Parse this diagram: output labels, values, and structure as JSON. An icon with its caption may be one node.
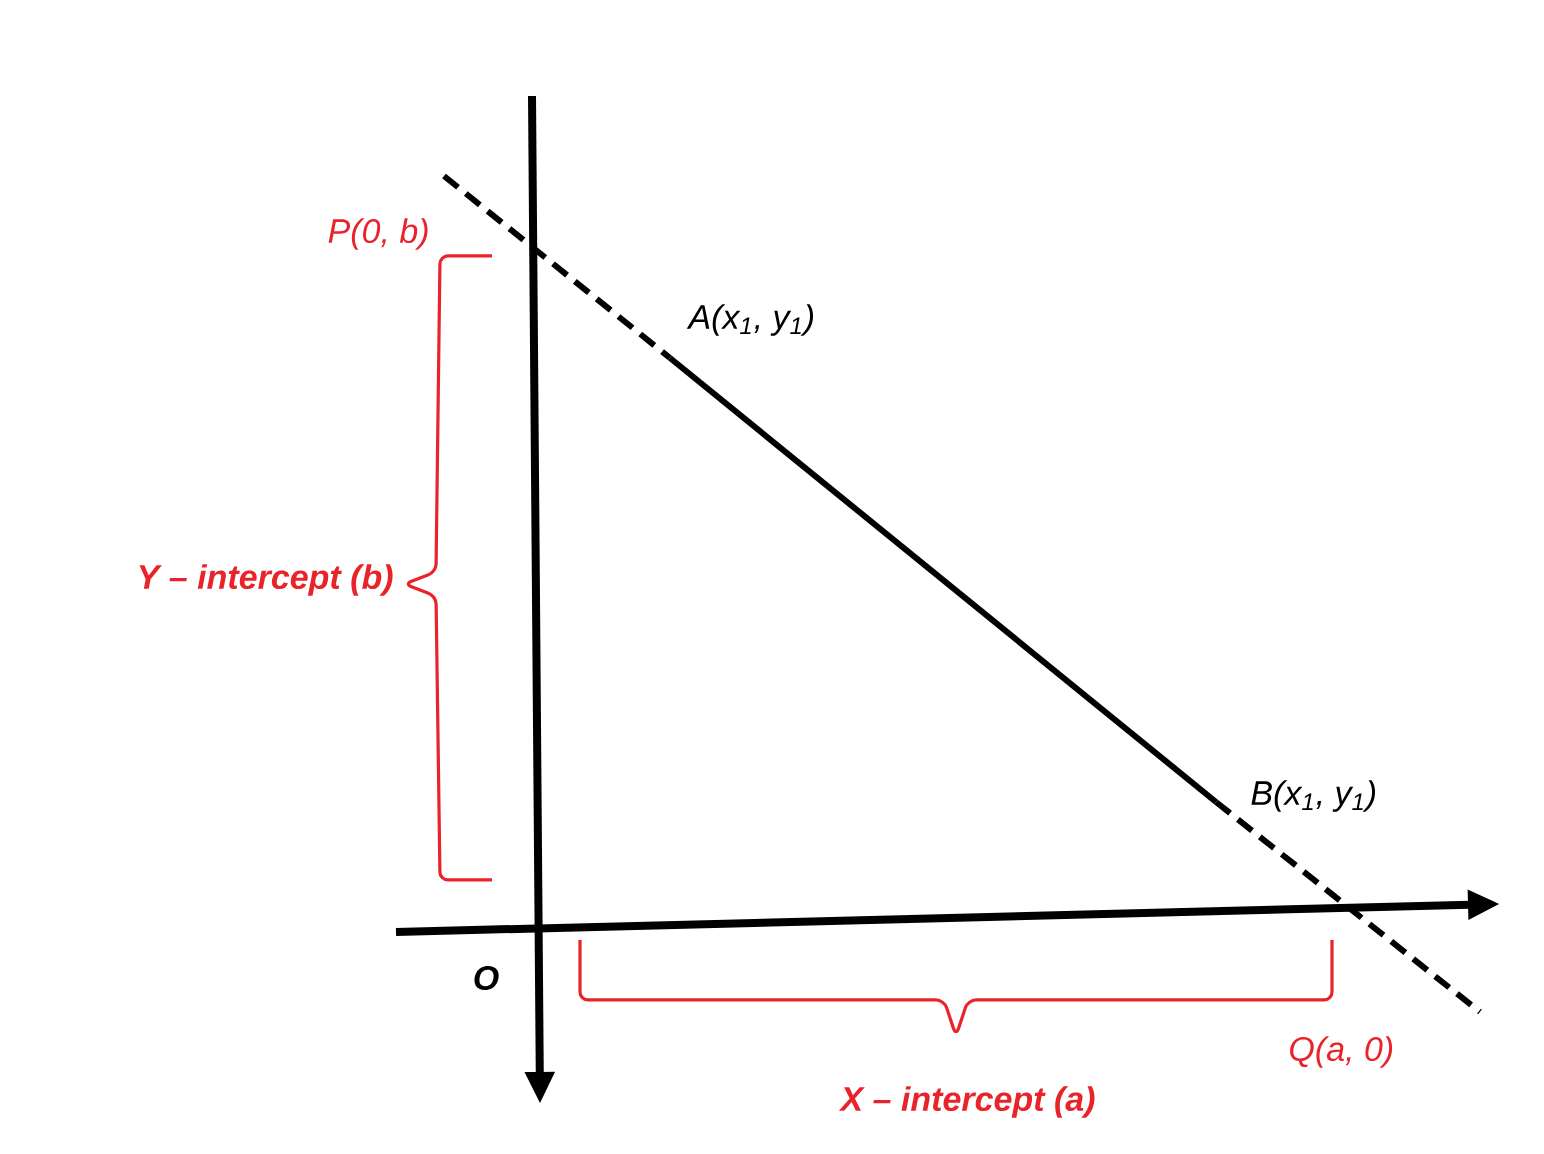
{
  "diagram": {
    "labels": [
      "P(0, b)",
      "A(x$_{1}$, y$_{1}$)",
      "Y – intercept (b)",
      "B(x$_{1}$, y$_{1}$)",
      "O",
      "Q(a, 0)",
      "X – intercept (a)"
    ]
  }
}
